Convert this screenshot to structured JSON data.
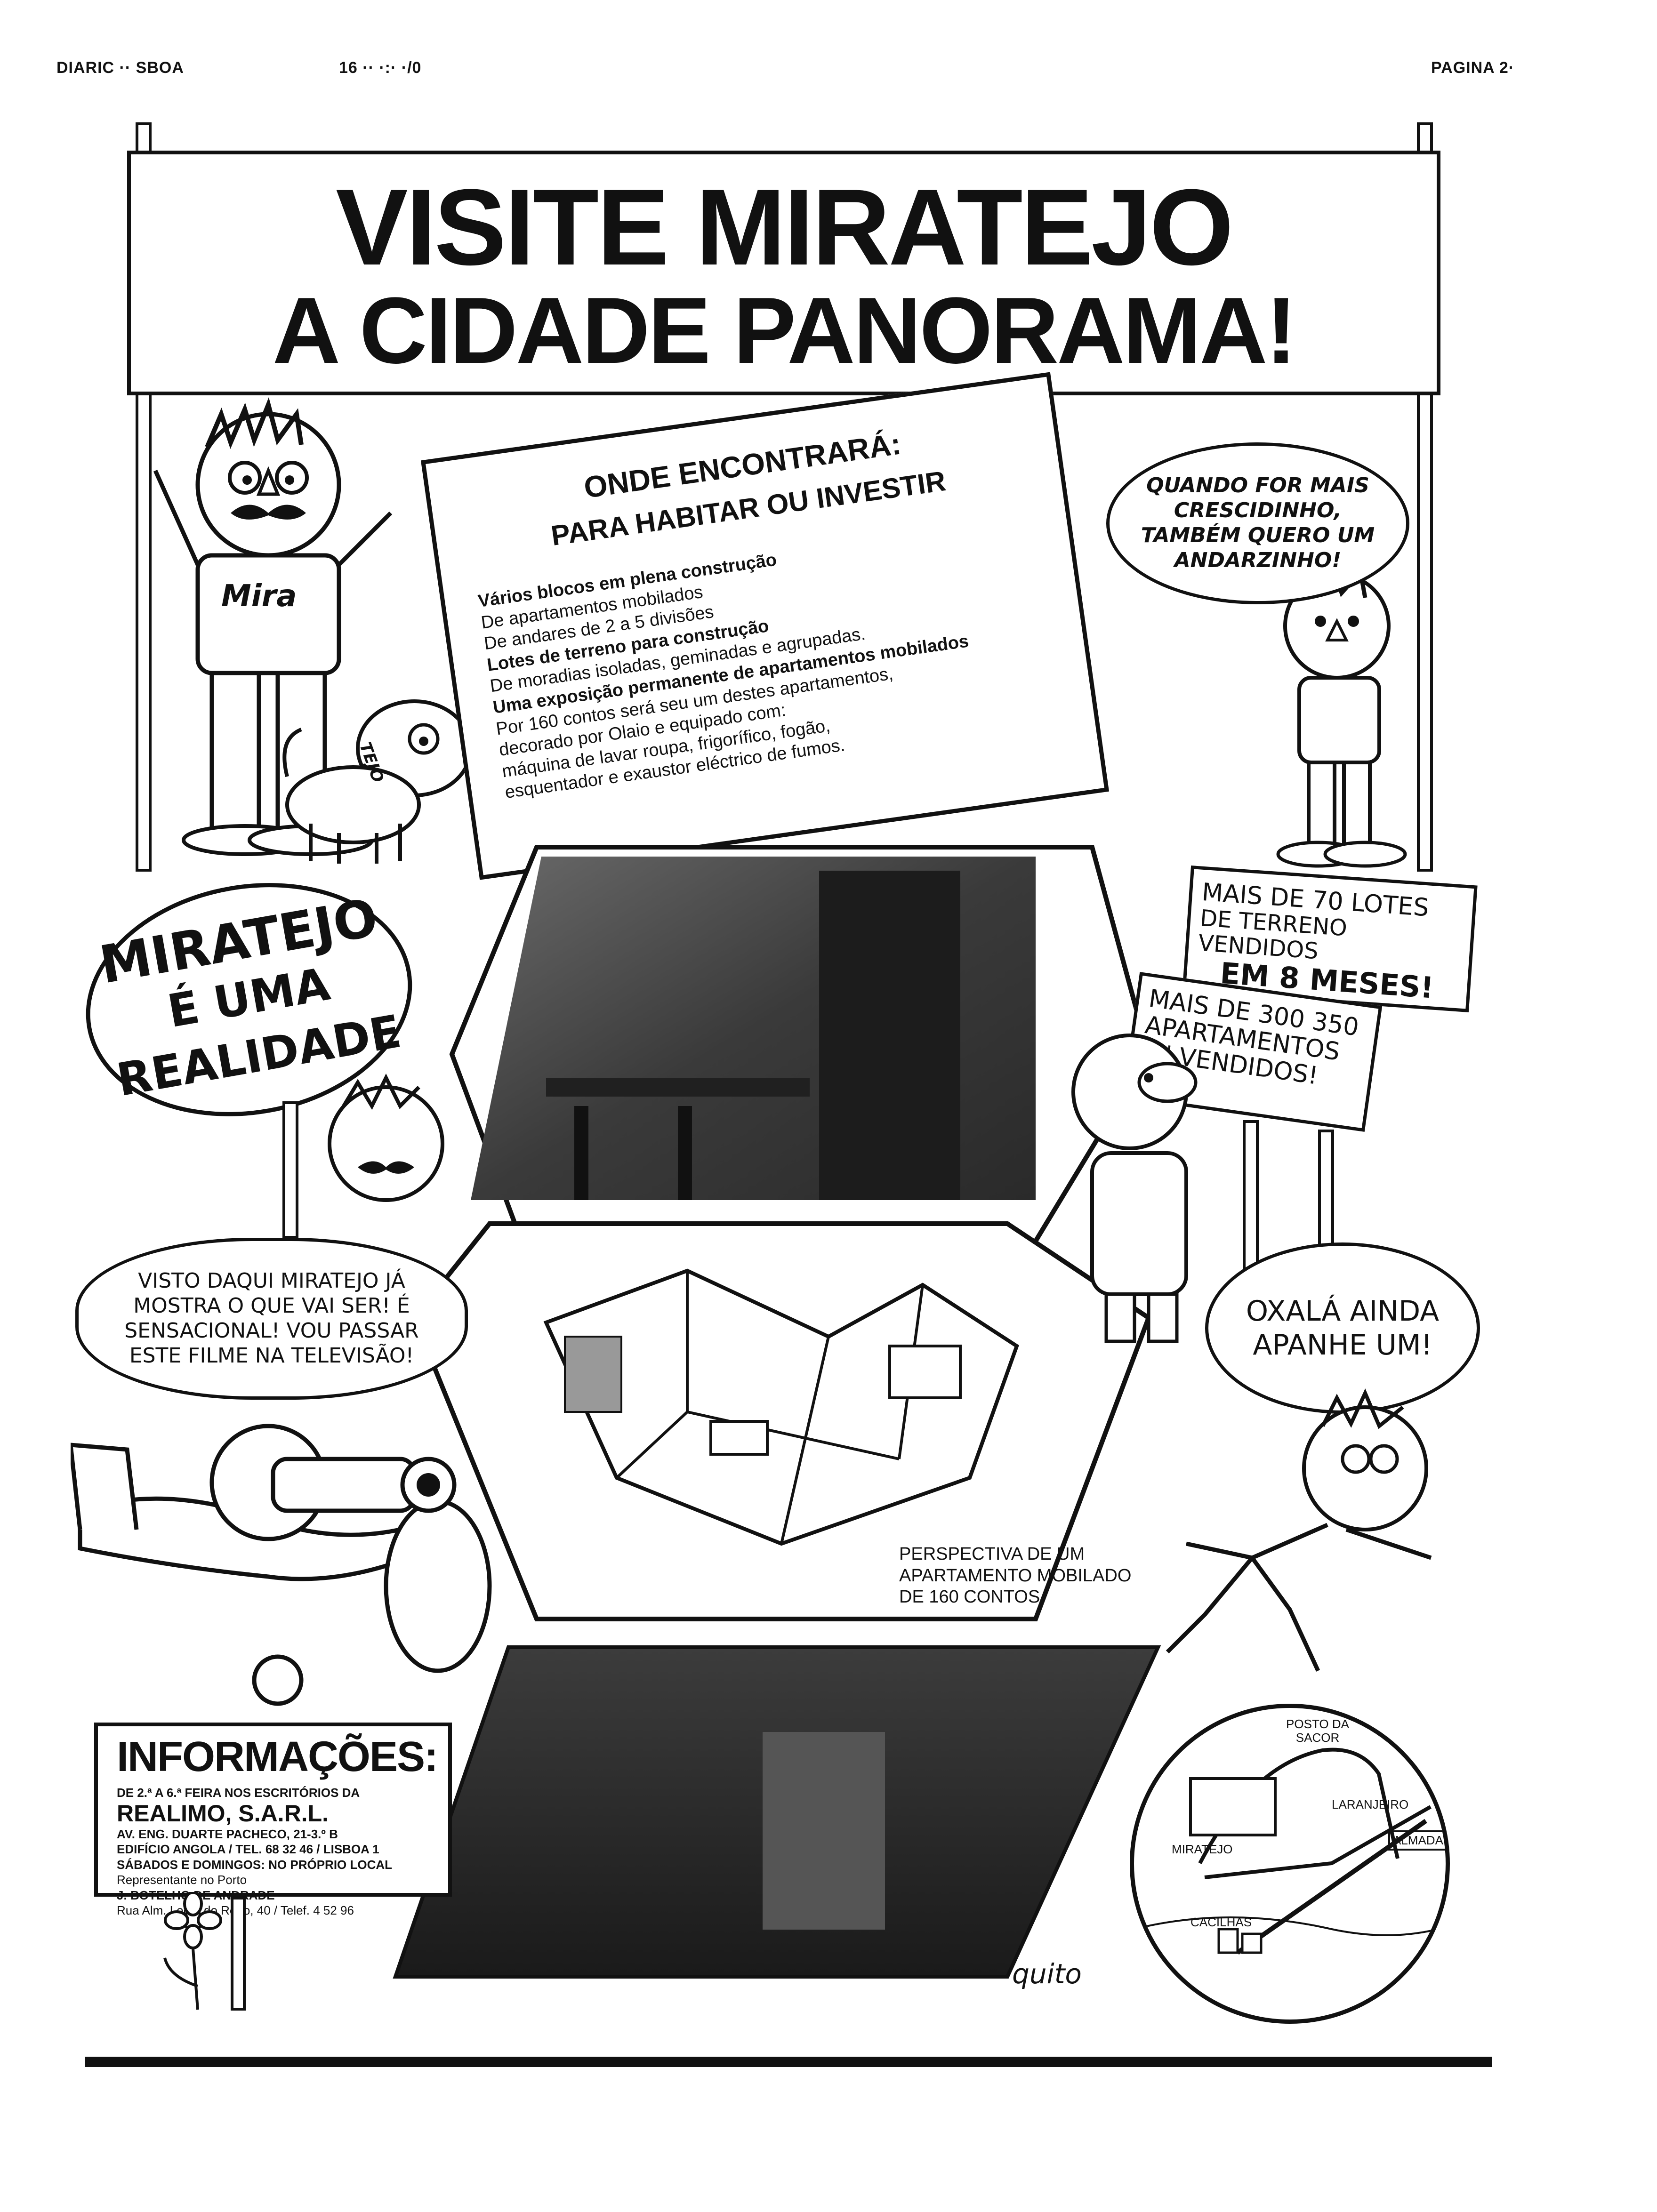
{
  "header": {
    "left": "DIARIC ·· SBOA",
    "center": "16 ·· ·:· ·/0",
    "right": "PAGINA 2·"
  },
  "banner": {
    "line1": "VISITE MIRATEJO",
    "line2": "A CIDADE PANORAMA!"
  },
  "character_shirt": "Mira",
  "dog_collar": "TEJO",
  "info_board": {
    "heading1": "ONDE ENCONTRARÁ:",
    "heading2": "PARA HABITAR OU INVESTIR",
    "lines": [
      "Vários blocos em plena construção",
      "De apartamentos mobilados",
      "De andares de 2 a 5 divisões",
      "Lotes de terreno para construção",
      "De moradias isoladas, geminadas e agrupadas.",
      "Uma exposição permanente de apartamentos mobilados",
      "Por 160 contos será seu um destes apartamentos,",
      "decorado por Olaio e equipado com:",
      "máquina de lavar roupa, frigorífico, fogão,",
      "esquentador e exaustor eléctrico de fumos."
    ]
  },
  "bubble_child": "QUANDO FOR MAIS CRESCIDINHO, TAMBÉM QUERO UM ANDARZINHO!",
  "sign_reality": {
    "line1": "MIRATEJO",
    "line2": "É UMA",
    "line3": "REALIDADE"
  },
  "sign_lotes": {
    "line1": "MAIS DE 70 LOTES",
    "line2": "DE TERRENO VENDIDOS",
    "line3": "EM 8 MESES!"
  },
  "sign_apartamentos": {
    "line1": "MAIS DE 300 350",
    "line2": "APARTAMENTOS",
    "line3": "JA' VENDIDOS!"
  },
  "bubble_plane": "VISTO DAQUI MIRATEJO JÁ MOSTRA O QUE VAI SER! É SENSACIONAL! VOU PASSAR ESTE FILME NA TELEVISÃO!",
  "bubble_runner": "OXALÁ AINDA APANHE UM!",
  "perspective_caption": {
    "line1": "PERSPECTIVA DE UM",
    "line2": "APARTAMENTO MOBILADO",
    "line3": "DE 160 CONTOS"
  },
  "informacoes": {
    "title": "INFORMAÇÕES:",
    "lines": [
      "DE 2.ª A 6.ª FEIRA NOS ESCRITÓRIOS DA",
      "REALIMO, S.A.R.L.",
      "AV. ENG. DUARTE PACHECO, 21-3.º B",
      "EDIFÍCIO ANGOLA / TEL. 68 32 46 / LISBOA 1",
      "SÁBADOS E DOMINGOS: NO PRÓPRIO LOCAL",
      "Representante no Porto",
      "J. BOTELHO DE ANDRADE",
      "Rua Alm. Leote do Rego, 40 / Telef. 4 52 96"
    ]
  },
  "map": {
    "posto": "POSTO DA SACOR",
    "laranjeiro": "LARANJEIRO",
    "almada": "ALMADA",
    "miratejo": "MIRATEJO",
    "cacilhas": "CACILHAS"
  },
  "signature": "quito"
}
